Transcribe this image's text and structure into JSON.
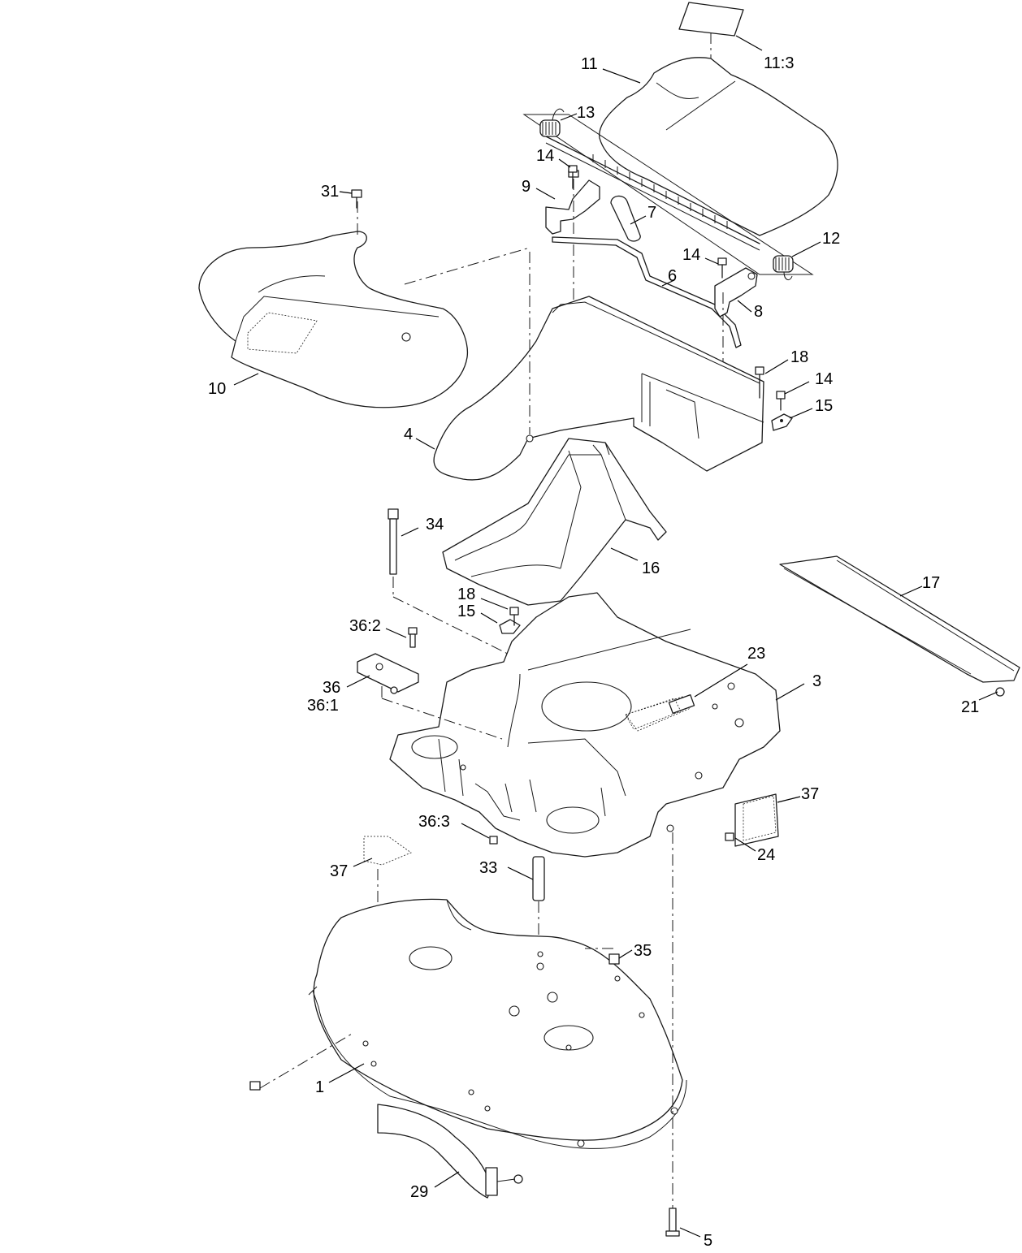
{
  "callouts": {
    "c1": "1",
    "c3": "3",
    "c4": "4",
    "c5": "5",
    "c6": "6",
    "c7": "7",
    "c8": "8",
    "c9": "9",
    "c10": "10",
    "c11": "11",
    "c11_3": "11:3",
    "c12": "12",
    "c13": "13",
    "c14a": "14",
    "c14b": "14",
    "c14c": "14",
    "c15a": "15",
    "c15b": "15",
    "c16": "16",
    "c17": "17",
    "c18a": "18",
    "c18b": "18",
    "c21": "21",
    "c23": "23",
    "c24": "24",
    "c29": "29",
    "c31": "31",
    "c33": "33",
    "c34": "34",
    "c35": "35",
    "c36": "36",
    "c36_1": "36:1",
    "c36_2": "36:2",
    "c36_3": "36:3",
    "c37a": "37",
    "c37b": "37"
  }
}
